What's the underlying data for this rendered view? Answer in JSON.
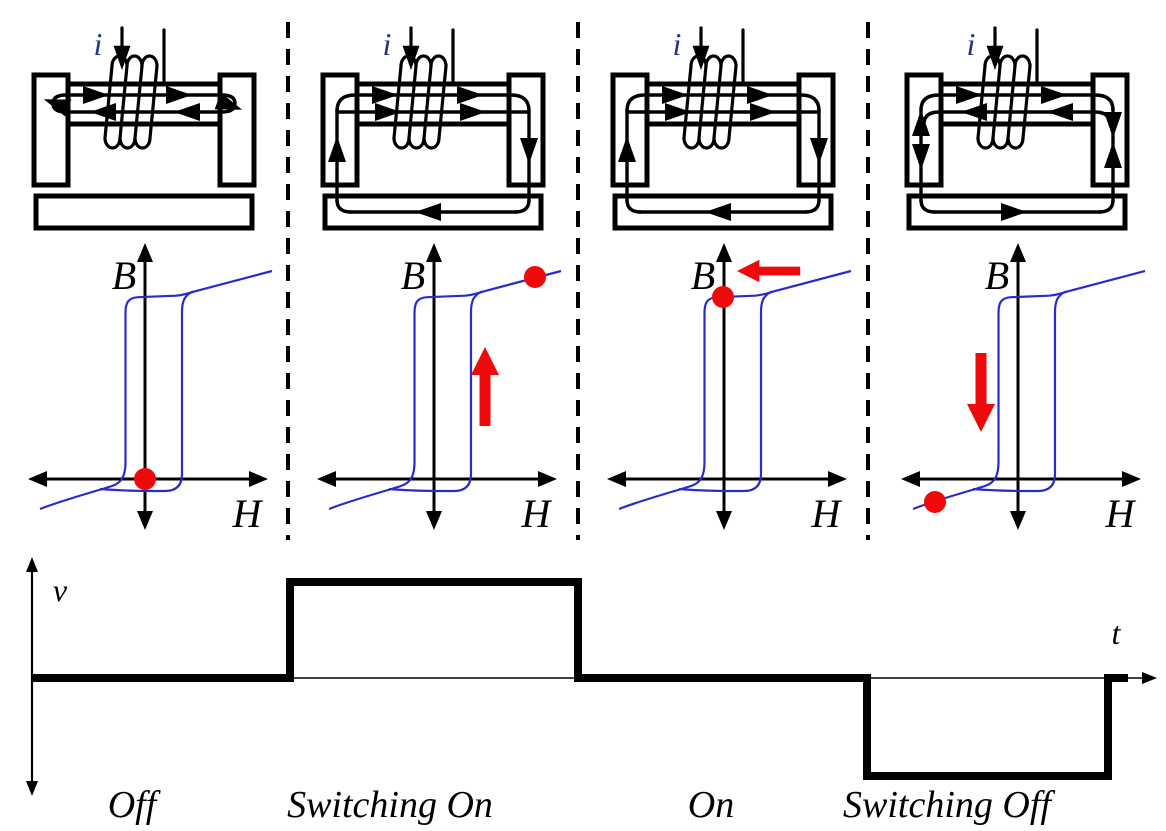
{
  "title": "Magnetic relay switching sequence: core flux paths, B-H hysteresis operating points, coil voltage waveform",
  "colors": {
    "ink": "#000000",
    "hysteresis_blue": "#2a2acd",
    "marker_red": "#ee0a0a",
    "current_label_blue": "#223388",
    "background": "#ffffff"
  },
  "panels": [
    {
      "current_label": "i",
      "b_axis_label": "B",
      "h_axis_label": "H",
      "flux_path": "flux closed inside the coil bar only; armature keeper separated, no flux in outer circuit",
      "operating_point": "red dot at origin (H=0, B=0)",
      "red_arrow": "none"
    },
    {
      "current_label": "i",
      "b_axis_label": "B",
      "h_axis_label": "H",
      "flux_path": "flux circulates around full core: right along top bar, down right leg, left along keeper, up left leg",
      "operating_point": "red dot at positive saturation tip (upper-right end of curve)",
      "red_arrow": "up along ascending branch"
    },
    {
      "current_label": "i",
      "b_axis_label": "B",
      "h_axis_label": "H",
      "flux_path": "flux circulates around full core: right along top bar, down right leg, left along keeper, up left leg",
      "operating_point": "red dot at remanence on +B axis",
      "red_arrow": "left toward B axis"
    },
    {
      "current_label": "i",
      "b_axis_label": "B",
      "h_axis_label": "H",
      "flux_path": "top-bar flux loops internally (right on top line, left on bottom line); outer loop reversed: right along keeper, opposing arrows in both legs",
      "operating_point": "red dot on lower-left tail (negative B)",
      "red_arrow": "down along descending branch"
    }
  ],
  "hysteresis_plot": {
    "x_axis_label": "H",
    "y_axis_label": "B",
    "curve": "square hysteresis loop with saturation tails, double-headed axes, no numeric ticks"
  },
  "waveform": {
    "v_axis_label": "v",
    "t_axis_label": "t",
    "description": "coil voltage vs time: zero, positive pulse, zero, negative pulse, return to zero",
    "segments": [
      {
        "label": "Off",
        "level": "0"
      },
      {
        "label": "Switching On",
        "level": "+V"
      },
      {
        "label": "On",
        "level": "0"
      },
      {
        "label": "Switching Off",
        "level": "-V"
      }
    ]
  }
}
